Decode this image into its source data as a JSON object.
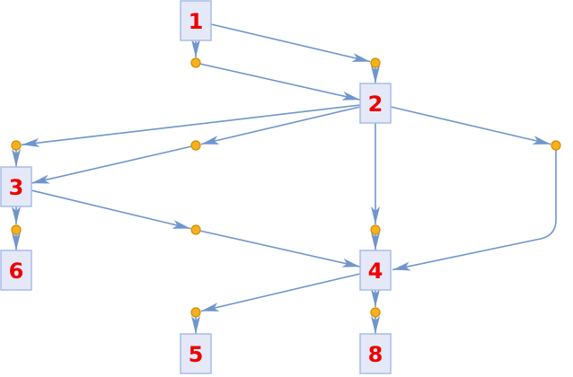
{
  "diagram": {
    "type": "directed-graph",
    "nodes": [
      {
        "id": "1",
        "label": "1"
      },
      {
        "id": "2",
        "label": "2"
      },
      {
        "id": "3",
        "label": "3"
      },
      {
        "id": "4",
        "label": "4"
      },
      {
        "id": "5",
        "label": "5"
      },
      {
        "id": "6",
        "label": "6"
      },
      {
        "id": "8",
        "label": "8"
      }
    ],
    "edges": [
      {
        "from": "1",
        "to": "2",
        "via": "a"
      },
      {
        "from": "1",
        "to": "2",
        "via": "b"
      },
      {
        "from": "2",
        "to": "3",
        "via": "c"
      },
      {
        "from": "2",
        "to": "3",
        "via": "d"
      },
      {
        "from": "2",
        "to": "4",
        "via": "e"
      },
      {
        "from": "2",
        "to": "4",
        "via": "f"
      },
      {
        "from": "3",
        "to": "6",
        "via": "g"
      },
      {
        "from": "3",
        "to": "4",
        "via": "h"
      },
      {
        "from": "4",
        "to": "5",
        "via": "i"
      },
      {
        "from": "4",
        "to": "8",
        "via": "j"
      }
    ],
    "colors": {
      "label": "#ee0000",
      "box_fill": "#e5e9f7",
      "box_stroke": "#a9bce8",
      "edge": "#6f96cc",
      "dot_fill": "#f5b21f",
      "dot_stroke": "#d58a00"
    }
  }
}
